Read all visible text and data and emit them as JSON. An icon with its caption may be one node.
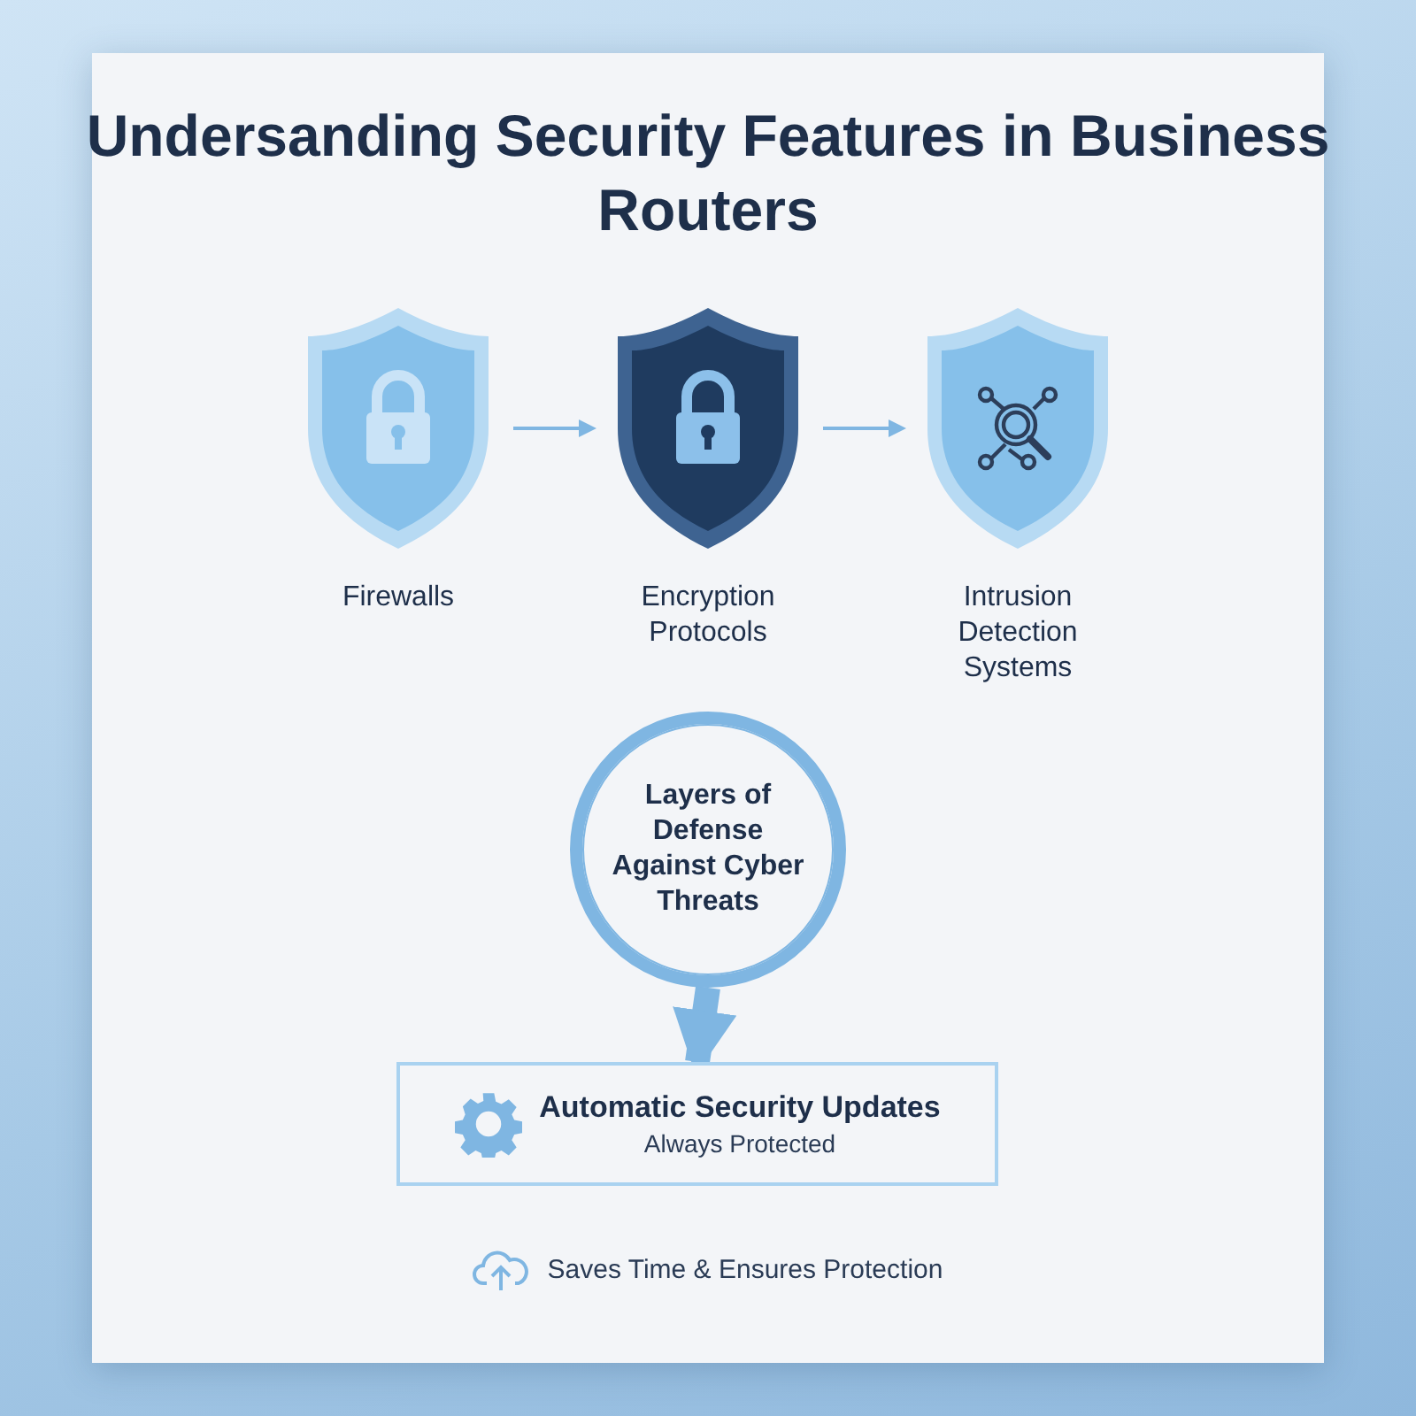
{
  "diagram": {
    "title": "Undersanding Security Features in Business Routers",
    "nodes": [
      {
        "text": [
          "Firewalls"
        ]
      },
      {
        "text": [
          "Encryption Protocols"
        ]
      },
      {
        "text": [
          "Intrusion Detection Systems"
        ]
      },
      {
        "text": [
          "Layers of Defense Against Cyber Threats"
        ]
      },
      {
        "text": [
          "Automatic Security Updates",
          "Always Protected"
        ]
      }
    ],
    "edges": [
      {
        "from": 0,
        "to": 1,
        "arrow": "to"
      },
      {
        "from": 1,
        "to": 2,
        "arrow": "to"
      },
      {
        "from": 3,
        "to": 4,
        "arrow": "to",
        "style": "thick"
      }
    ],
    "labels": [
      "Saves Time & Ensures Protection"
    ]
  }
}
